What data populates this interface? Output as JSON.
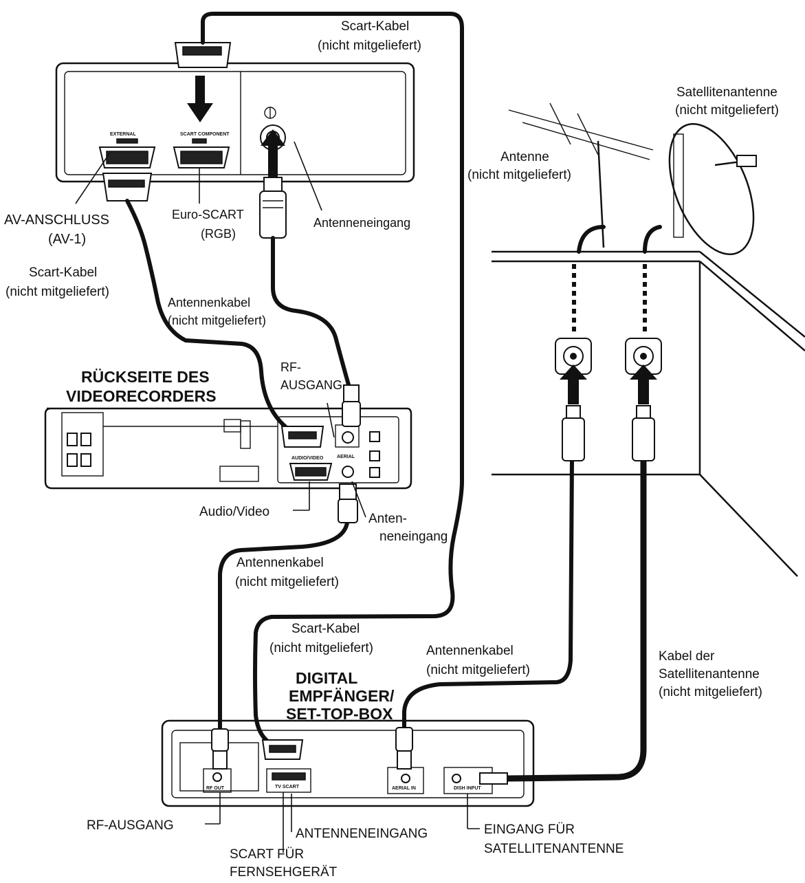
{
  "labels": {
    "scart_top_1": "Scart-Kabel",
    "scart_top_2": "(nicht mitgeliefert)",
    "satellite_1": "Satellitenantenne",
    "satellite_2": "(nicht mitgeliefert)",
    "antenna_1": "Antenne",
    "antenna_2": "(nicht mitgeliefert)",
    "av_1": "AV-ANSCHLUSS",
    "av_2": "(AV-1)",
    "euro_1": "Euro-SCART",
    "euro_2": "(RGB)",
    "tv_ant_in": "Antenneneingang",
    "scart_left_1": "Scart-Kabel",
    "scart_left_2": "(nicht mitgeliefert)",
    "antcable_top_1": "Antennenkabel",
    "antcable_top_2": "(nicht mitgeliefert)",
    "rf_out_1": "RF-",
    "rf_out_2": "AUSGANG",
    "vcr_title_1": "RÜCKSEITE DES",
    "vcr_title_2": "VIDEORECORDERS",
    "audio_video": "Audio/Video",
    "vcr_ant_in_1": "Anten-",
    "vcr_ant_in_2": "neneingang",
    "antcable_mid_1": "Antennenkabel",
    "antcable_mid_2": "(nicht mitgeliefert)",
    "scart_bot_1": "Scart-Kabel",
    "scart_bot_2": "(nicht mitgeliefert)",
    "antcable_right_1": "Antennenkabel",
    "antcable_right_2": "(nicht mitgeliefert)",
    "sat_cable_1": "Kabel der",
    "sat_cable_2": "Satellitenantenne",
    "sat_cable_3": "(nicht mitgeliefert)",
    "stb_title_1": "DIGITAL",
    "stb_title_2": "EMPFÄNGER/",
    "stb_title_3": "SET-TOP-BOX",
    "stb_rf_out": "RF-AUSGANG",
    "stb_ant_in": "ANTENNENEINGANG",
    "stb_sat_in_1": "EINGANG FÜR",
    "stb_sat_in_2": "SATELLITENANTENNE",
    "stb_scart_1": "SCART FÜR",
    "stb_scart_2": "FERNSEHGERÄT"
  },
  "ports": {
    "stb_rf_out": "RF OUT",
    "stb_tv_scart": "TV SCART",
    "stb_aerial_in": "AERIAL IN",
    "stb_dish_input": "DISH INPUT",
    "vcr_audio_video": "AUDIO/VIDEO",
    "vcr_aerial": "AERIAL",
    "tv_external": "EXTERNAL",
    "tv_scart_component": "SCART COMPONENT"
  }
}
